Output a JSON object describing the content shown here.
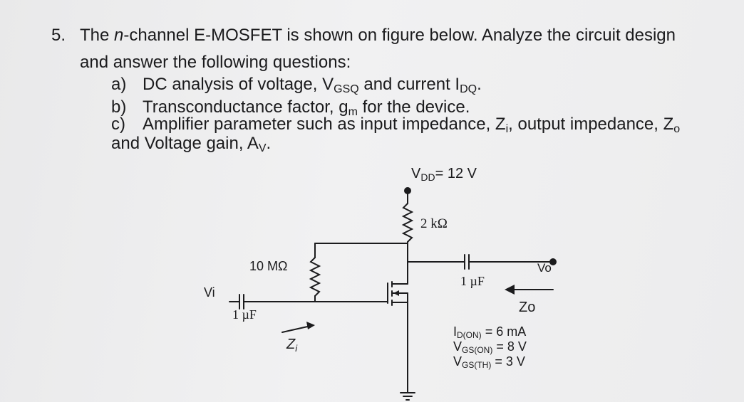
{
  "question": {
    "number": "5.",
    "intro_pre": "The ",
    "intro_italic": "n",
    "intro_post": "-channel E-MOSFET is shown on figure below. Analyze the circuit design",
    "intro_line2": "and answer the following questions:",
    "items": [
      {
        "label": "a)",
        "pre": "DC analysis of voltage, V",
        "sub1": "GSQ",
        "mid": " and current I",
        "sub2": "DQ",
        "post": "."
      },
      {
        "label": "b)",
        "pre": "Transconductance factor, g",
        "sub1": "m",
        "post": " for the device."
      },
      {
        "label": "c)",
        "pre": "Amplifier parameter such as input impedance, Z",
        "sub1": "i",
        "mid": ", output impedance, Z",
        "sub2": "o",
        "line2": "and  Voltage gain, A",
        "sub3": "V",
        "post": "."
      }
    ]
  },
  "circuit": {
    "vdd_main": "V",
    "vdd_sub": "DD",
    "vdd_value": "= 12 V",
    "rd_label": "2 kΩ",
    "rg_label": "10 MΩ",
    "cin_label": "1 µF",
    "cout_label": "1 µF",
    "vi_label": "Vi",
    "vo_label": "Vo",
    "zi_label": "Z",
    "zi_sub": "i",
    "zo_label": "Zo",
    "spec1_main": "I",
    "spec1_sub": "D(ON)",
    "spec1_val": " = 6 mA",
    "spec2_main": "V",
    "spec2_sub": "GS(ON)",
    "spec2_val": " = 8  V",
    "spec3_main": "V",
    "spec3_sub": "GS(TH)",
    "spec3_val": " = 3  V"
  }
}
